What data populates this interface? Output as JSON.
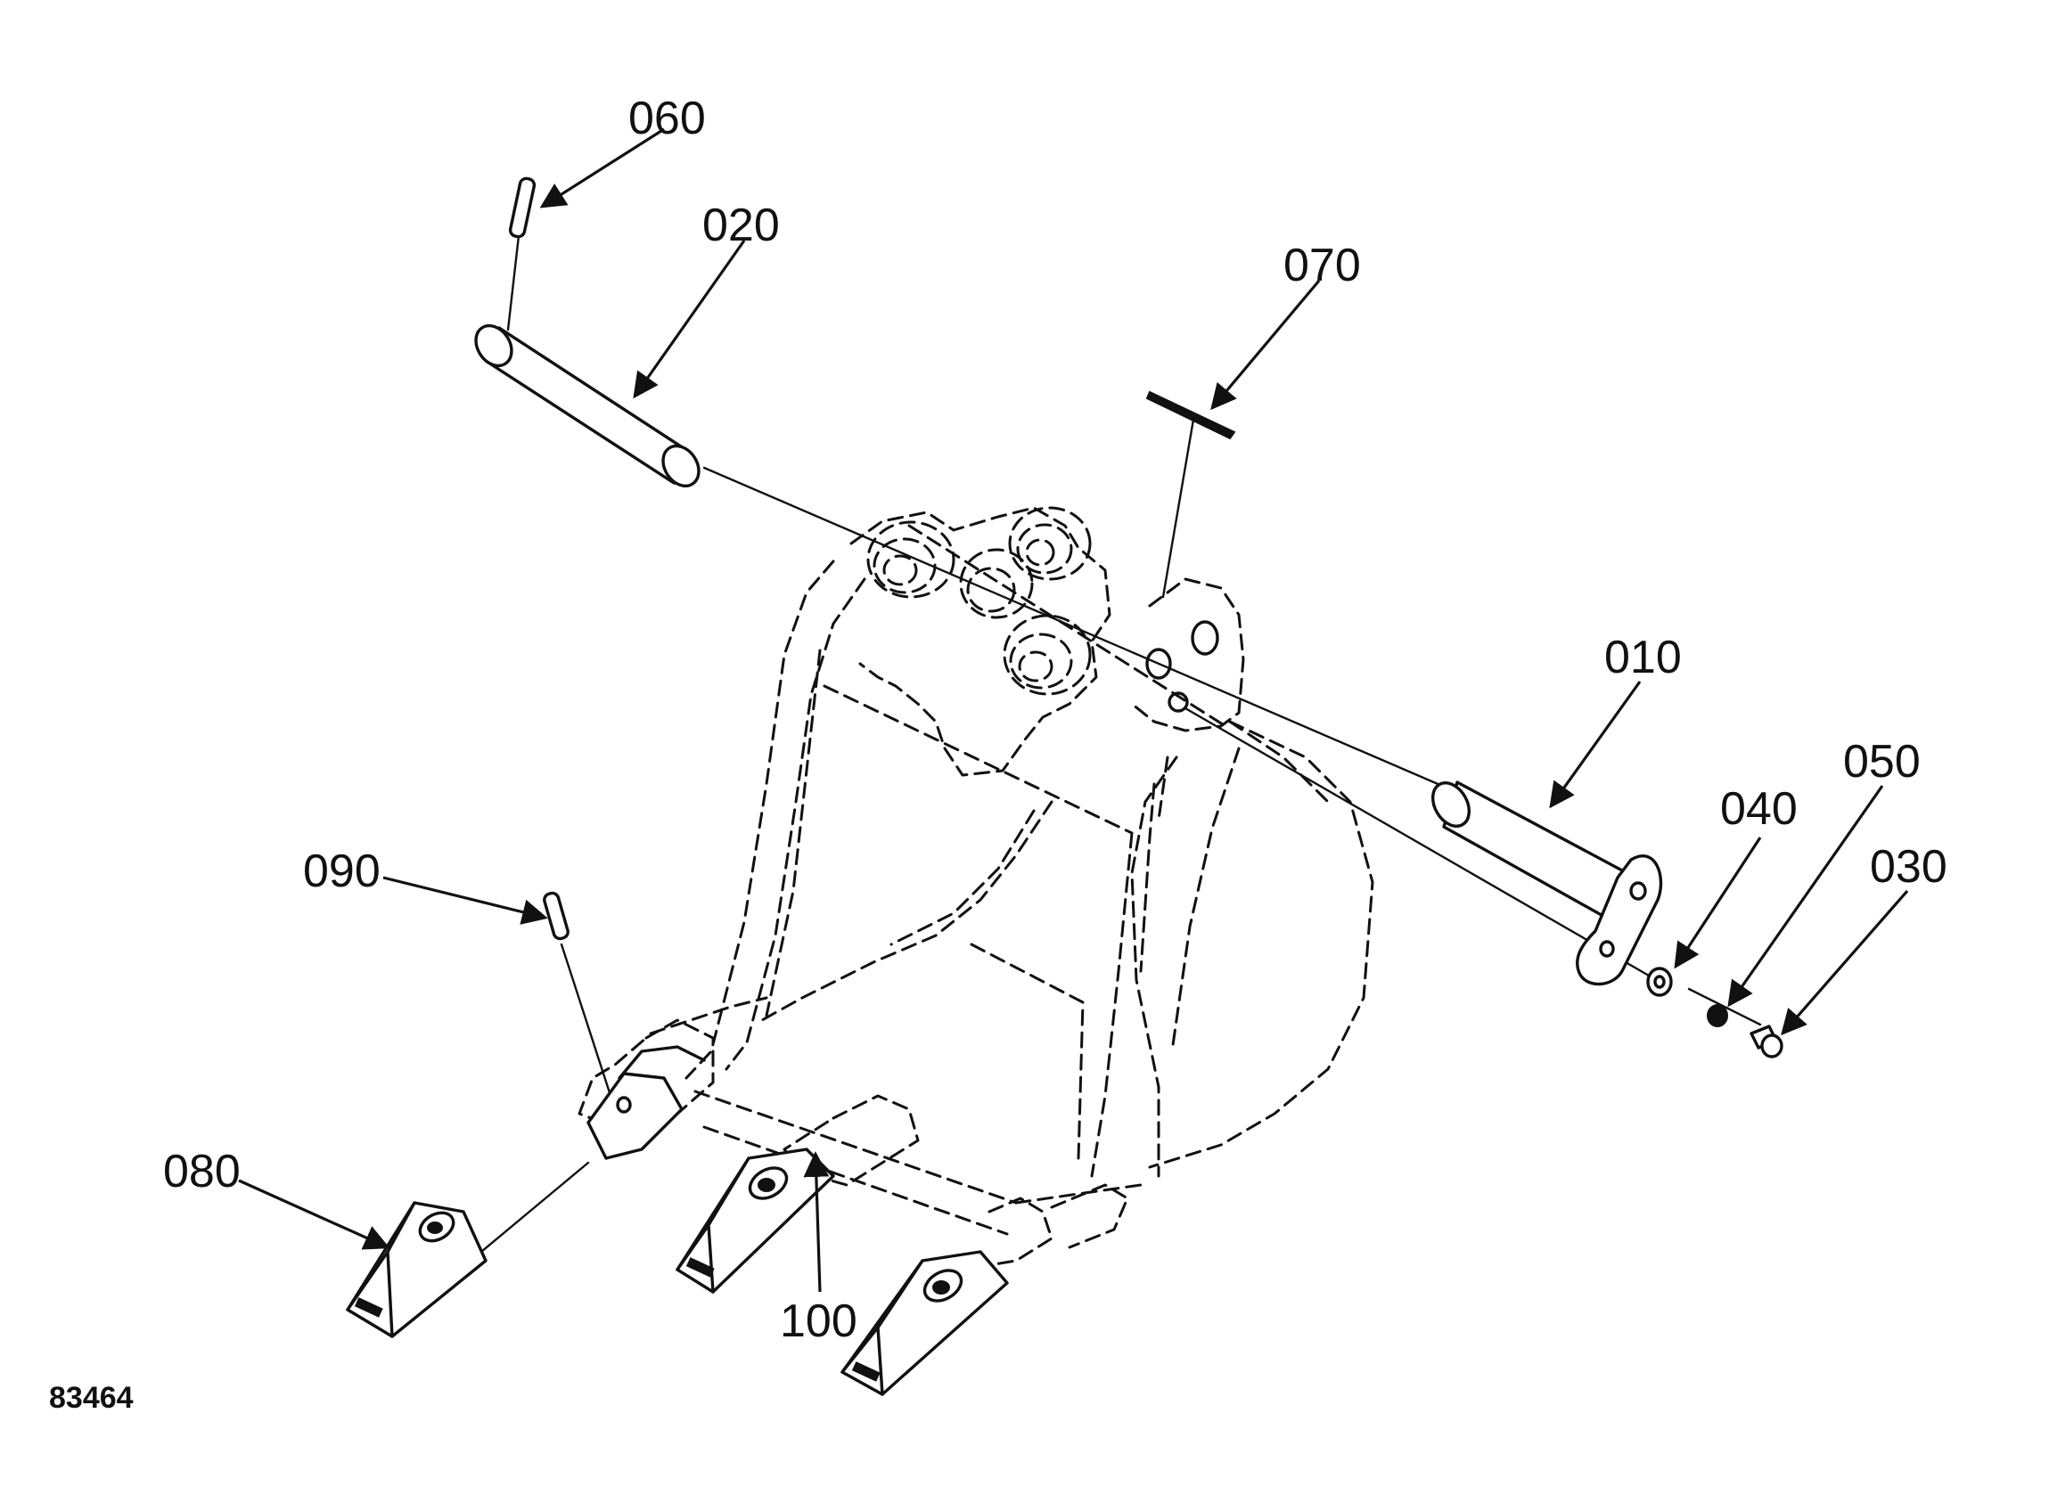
{
  "diagram": {
    "drawing_ref": "83464",
    "callouts": [
      {
        "id": "010",
        "label": "010"
      },
      {
        "id": "020",
        "label": "020"
      },
      {
        "id": "030",
        "label": "030"
      },
      {
        "id": "040",
        "label": "040"
      },
      {
        "id": "050",
        "label": "050"
      },
      {
        "id": "060",
        "label": "060"
      },
      {
        "id": "070",
        "label": "070"
      },
      {
        "id": "080",
        "label": "080"
      },
      {
        "id": "090",
        "label": "090"
      },
      {
        "id": "100",
        "label": "100"
      }
    ]
  }
}
